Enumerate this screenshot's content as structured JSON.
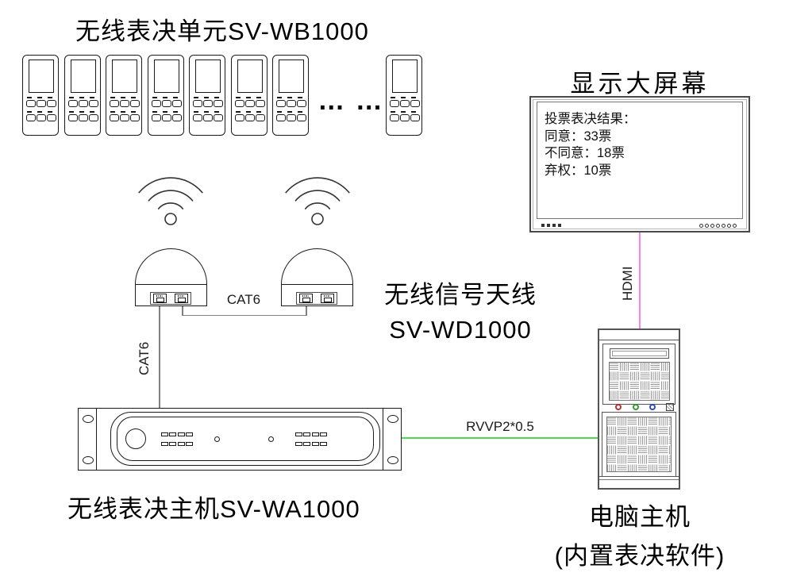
{
  "colors": {
    "hdmi_line": "#ff80f0",
    "rvvp_line": "#52d952",
    "cable_line": "#808080",
    "led_red": "#c03030",
    "led_green": "#2f9e2f",
    "led_blue": "#3048c0"
  },
  "units_section": {
    "title": "无线表决单元SV-WB1000",
    "leading_count": 7,
    "trailing_count": 1,
    "ellipsis": "… …"
  },
  "antenna": {
    "label_line1": "无线信号天线",
    "label_line2": "SV-WD1000",
    "cable_down_label": "CAT6",
    "cable_link_label": "CAT6"
  },
  "host": {
    "label": "无线表决主机SV-WA1000"
  },
  "display": {
    "title": "显示大屏幕",
    "screen_lines": [
      "投票表决结果：",
      "同意：33票",
      "不同意：18票",
      "弃权：10票"
    ],
    "cable_label": "HDMI",
    "bezel_squares": 4,
    "bezel_circles": 7
  },
  "pc": {
    "label_line1": "电脑主机",
    "label_line2": "(内置表决软件)",
    "cable_label": "RVVP2*0.5"
  }
}
